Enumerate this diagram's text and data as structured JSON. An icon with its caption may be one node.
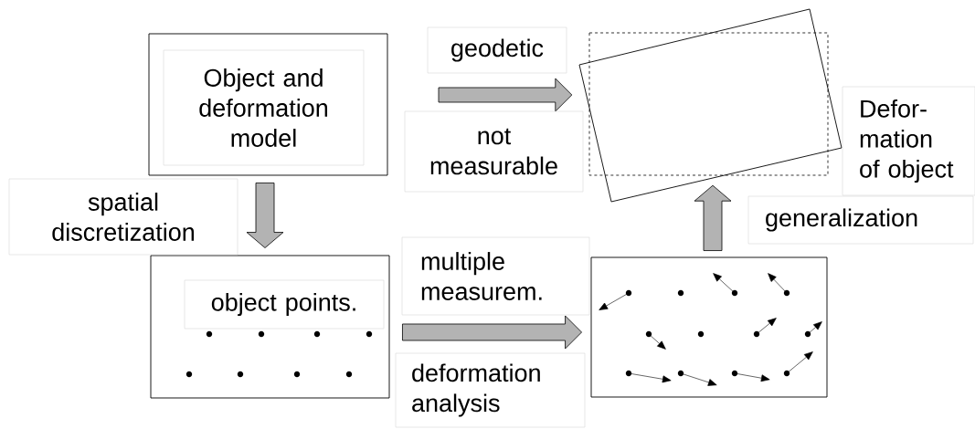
{
  "diagram": {
    "nodes": [
      {
        "text": [],
        "shape": "box"
      },
      {
        "text": [
          "Object and deformation model"
        ],
        "in": 0
      },
      {
        "text": [],
        "shape": "box"
      },
      {
        "text": [
          "object points."
        ],
        "in": 2
      },
      {
        "text": [],
        "shape": "picture",
        "beside": [
          "Defor- mation of object"
        ]
      },
      {
        "text": [],
        "shape": "box"
      },
      {
        "text": [
          "generalization"
        ]
      }
    ],
    "edges": [
      {
        "from": 0,
        "to": 2,
        "arrow": "to",
        "label": "spatial discretization"
      },
      {
        "from": null,
        "to": 4,
        "arrow": "to",
        "label": "geodetic"
      },
      {
        "from": 2,
        "to": 5,
        "arrow": "to",
        "label": "multiple measurem."
      },
      {
        "from": 5,
        "to": 4,
        "arrow": "to"
      }
    ],
    "labels": [
      "not measurable",
      "deformation analysis"
    ]
  }
}
